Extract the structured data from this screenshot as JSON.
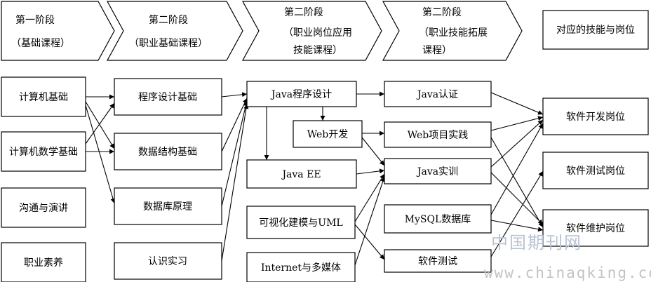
{
  "header": {
    "phases": [
      {
        "line1": "第一阶段",
        "line2": "（基础课程）",
        "line3": ""
      },
      {
        "line1": "第二阶段",
        "line2": "（职业基础课程）",
        "line3": ""
      },
      {
        "line1": "第二阶段",
        "line2": "（职业岗位应用",
        "line3": "技能课程）"
      },
      {
        "line1": "第二阶段",
        "line2": "（职业技能拓展",
        "line3": "课程）"
      }
    ],
    "target_label": "对应的技能与岗位"
  },
  "courses": {
    "computer_basics": "计算机基础",
    "computer_math": "计算机数学基础",
    "communication": "沟通与演讲",
    "professionalism": "职业素养",
    "programming_basics": "程序设计基础",
    "data_structures": "数据结构基础",
    "database_principles": "数据库原理",
    "internship": "认识实习",
    "java_programming": "Java程序设计",
    "web_dev": "Web开发",
    "java_ee": "Java EE",
    "uml_modeling": "可视化建模与UML",
    "internet_multimedia": "Internet与多媒体",
    "java_cert": "Java认证",
    "web_project": "Web项目实践",
    "java_training": "Java实训",
    "mysql_db": "MySQL数据库",
    "software_testing": "软件测试"
  },
  "jobs": {
    "dev": "软件开发岗位",
    "test": "软件测试岗位",
    "maint": "软件维护岗位"
  },
  "watermark": {
    "cn": "中国期刊网",
    "url": "www.chinaqking.com"
  }
}
